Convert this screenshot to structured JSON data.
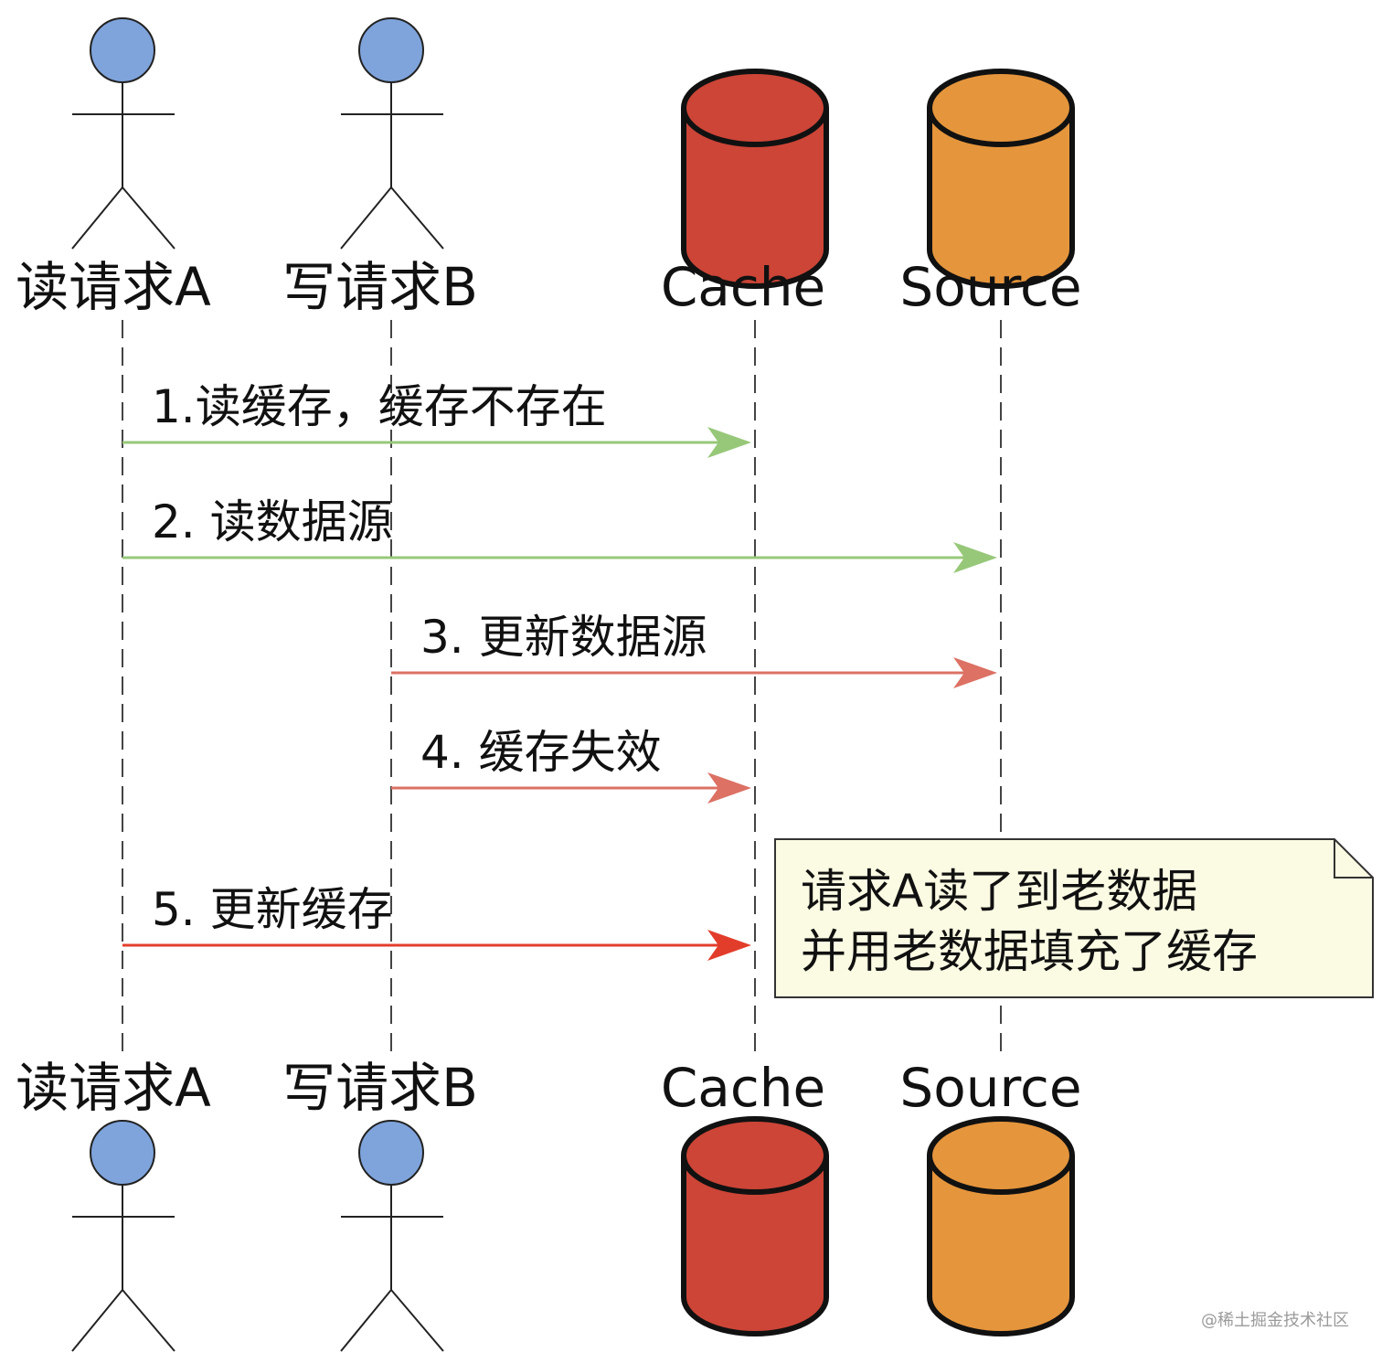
{
  "participants": [
    {
      "id": "reader",
      "label": "读请求A",
      "kind": "actor",
      "color": "#7fa4dc"
    },
    {
      "id": "writer",
      "label": "写请求B",
      "kind": "actor",
      "color": "#7fa4dc"
    },
    {
      "id": "cache",
      "label": "Cache",
      "kind": "database",
      "color": "#cc4537"
    },
    {
      "id": "source",
      "label": "Source",
      "kind": "database",
      "color": "#e5953c"
    }
  ],
  "messages": [
    {
      "label": "1.读缓存，缓存不存在",
      "from": "reader",
      "to": "cache",
      "color": "#97c879"
    },
    {
      "label": "2. 读数据源",
      "from": "reader",
      "to": "source",
      "color": "#97c879"
    },
    {
      "label": "3. 更新数据源",
      "from": "writer",
      "to": "source",
      "color": "#dc7164"
    },
    {
      "label": "4. 缓存失效",
      "from": "writer",
      "to": "cache",
      "color": "#dc7164"
    },
    {
      "label": "5. 更新缓存",
      "from": "reader",
      "to": "cache",
      "color": "#e23d2b"
    }
  ],
  "note": {
    "lines": [
      "请求A读了到老数据",
      "并用老数据填充了缓存"
    ],
    "background": "#fbfbe3"
  },
  "watermark": "@稀土掘金技术社区"
}
